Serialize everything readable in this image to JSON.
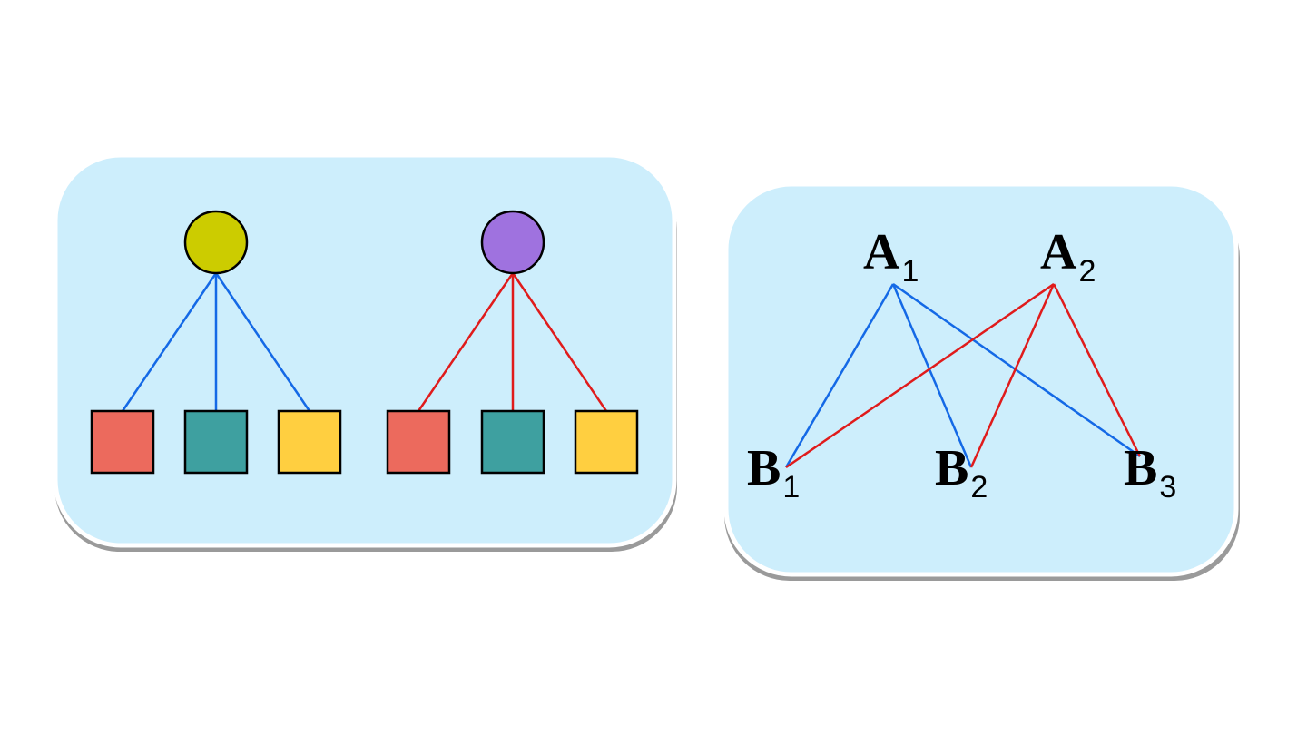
{
  "colors": {
    "panel_fill": "#cdeefc",
    "panel_border": "#ffffff",
    "panel_shadow": "#9a9a9a",
    "blue_edge": "#1469e6",
    "red_edge": "#e01b1b",
    "circle_left": "#cccc00",
    "circle_right": "#9f72df",
    "square_red": "#ec6a5d",
    "square_teal": "#3ea0a0",
    "square_yellow": "#ffcf40",
    "outline": "#000000"
  },
  "left_diagram": {
    "trees": [
      {
        "circle_color": "circle_left",
        "edge_color": "blue_edge",
        "children": [
          "square_red",
          "square_teal",
          "square_yellow"
        ]
      },
      {
        "circle_color": "circle_right",
        "edge_color": "red_edge",
        "children": [
          "square_red",
          "square_teal",
          "square_yellow"
        ]
      }
    ]
  },
  "right_diagram": {
    "top_nodes": [
      {
        "letter": "A",
        "sub": "1"
      },
      {
        "letter": "A",
        "sub": "2"
      }
    ],
    "bottom_nodes": [
      {
        "letter": "B",
        "sub": "1"
      },
      {
        "letter": "B",
        "sub": "2"
      },
      {
        "letter": "B",
        "sub": "3"
      }
    ],
    "edges": [
      {
        "from": 0,
        "to": 0,
        "color": "blue_edge"
      },
      {
        "from": 0,
        "to": 1,
        "color": "blue_edge"
      },
      {
        "from": 0,
        "to": 2,
        "color": "blue_edge"
      },
      {
        "from": 1,
        "to": 0,
        "color": "red_edge"
      },
      {
        "from": 1,
        "to": 1,
        "color": "red_edge"
      },
      {
        "from": 1,
        "to": 2,
        "color": "red_edge"
      }
    ]
  }
}
